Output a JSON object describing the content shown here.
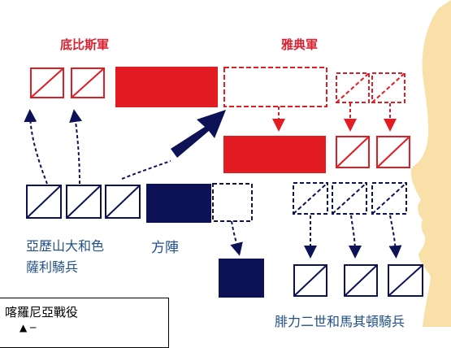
{
  "labels": {
    "theban_army": "底比斯軍",
    "athenian_army": "雅典軍",
    "alexander_cavalry": "亞歷山大和色\n薩利騎兵",
    "phalanx": "方陣",
    "philip_cavalry": "腓力二世和馬其頓騎兵"
  },
  "caption": {
    "title": "喀羅尼亞戰役",
    "subtitle": "▲ ─"
  },
  "colors": {
    "red": "#e31b23",
    "navy": "#0d1257",
    "label_red": "#d92231",
    "label_blue": "#1f4f8a",
    "skin": "#f9dfa8"
  }
}
